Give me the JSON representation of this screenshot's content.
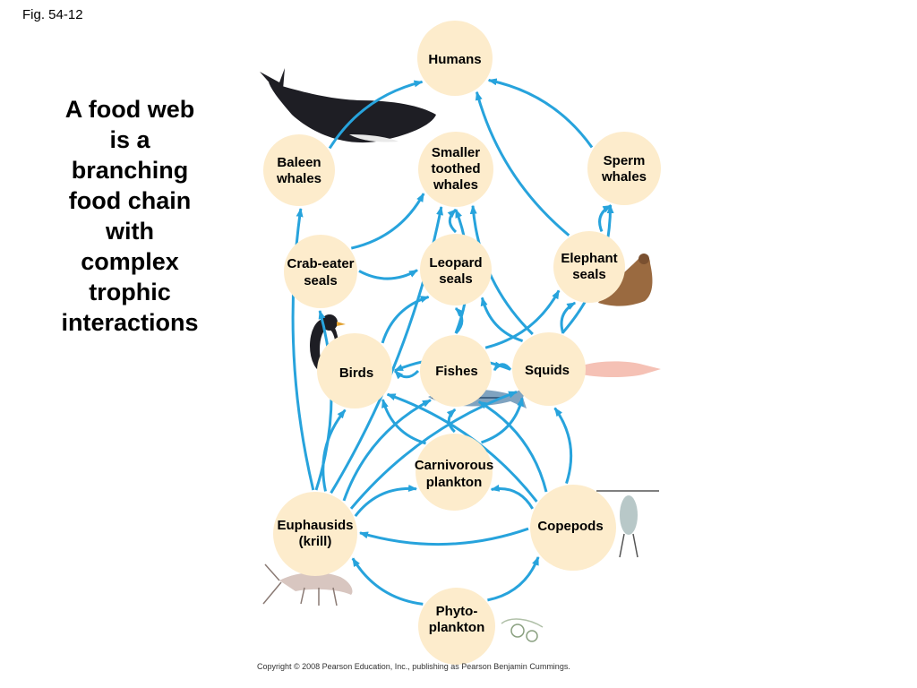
{
  "figure_label": "Fig. 54-12",
  "title_lines": [
    "A food web",
    "is a",
    "branching",
    "food chain",
    "with",
    "complex",
    "trophic",
    "interactions"
  ],
  "copyright": "Copyright © 2008 Pearson Education, Inc., publishing as Pearson Benjamin Cummings.",
  "colors": {
    "node_fill": "#fdeccc",
    "arrow": "#27a3dc",
    "animal_dark": "#1e1e24"
  },
  "nodes": {
    "humans": [
      "Humans"
    ],
    "baleen": [
      "Baleen",
      "whales"
    ],
    "smaller": [
      "Smaller",
      "toothed",
      "whales"
    ],
    "sperm": [
      "Sperm",
      "whales"
    ],
    "crab": [
      "Crab-eater",
      "seals"
    ],
    "leopard": [
      "Leopard",
      "seals"
    ],
    "elephant": [
      "Elephant",
      "seals"
    ],
    "birds": [
      "Birds"
    ],
    "fishes": [
      "Fishes"
    ],
    "squids": [
      "Squids"
    ],
    "carniv": [
      "Carnivorous",
      "plankton"
    ],
    "euph": [
      "Euphausids",
      "(krill)"
    ],
    "copepods": [
      "Copepods"
    ],
    "phyto": [
      "Phyto-",
      "plankton"
    ]
  },
  "links": [
    [
      "baleen",
      "humans"
    ],
    [
      "sperm",
      "humans"
    ],
    [
      "elephant",
      "humans"
    ],
    [
      "crab",
      "smaller"
    ],
    [
      "leopard",
      "smaller"
    ],
    [
      "fishes",
      "smaller"
    ],
    [
      "squids",
      "smaller"
    ],
    [
      "euph",
      "smaller"
    ],
    [
      "elephant",
      "sperm"
    ],
    [
      "squids",
      "sperm"
    ],
    [
      "birds",
      "leopard"
    ],
    [
      "fishes",
      "leopard"
    ],
    [
      "squids",
      "leopard"
    ],
    [
      "crab",
      "leopard"
    ],
    [
      "squids",
      "elephant"
    ],
    [
      "fishes",
      "elephant"
    ],
    [
      "euph",
      "baleen"
    ],
    [
      "euph",
      "crab"
    ],
    [
      "fishes",
      "birds"
    ],
    [
      "squids",
      "birds"
    ],
    [
      "euph",
      "birds"
    ],
    [
      "copepods",
      "birds"
    ],
    [
      "carniv",
      "birds"
    ],
    [
      "squids",
      "fishes"
    ],
    [
      "euph",
      "fishes"
    ],
    [
      "copepods",
      "fishes"
    ],
    [
      "carniv",
      "fishes"
    ],
    [
      "copepods",
      "squids"
    ],
    [
      "euph",
      "squids"
    ],
    [
      "carniv",
      "squids"
    ],
    [
      "euph",
      "carniv"
    ],
    [
      "copepods",
      "carniv"
    ],
    [
      "phyto",
      "euph"
    ],
    [
      "phyto",
      "copepods"
    ],
    [
      "copepods",
      "euph"
    ]
  ]
}
